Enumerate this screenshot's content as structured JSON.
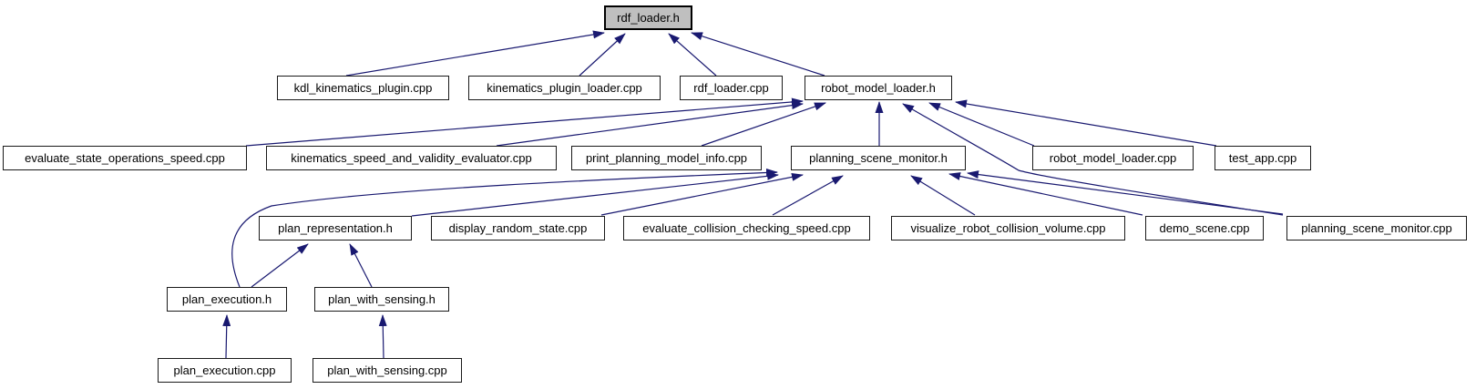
{
  "diagram": {
    "type": "include-dependency-graph",
    "root_label": "rdf_loader.h",
    "colors": {
      "edge": "#191970",
      "node_fill": "#ffffff",
      "root_fill": "#bfbfbf",
      "border": "#1a1a1a",
      "text": "#000000",
      "background": "#ffffff"
    },
    "nodes": [
      {
        "id": "rdf_loader_h",
        "label": "rdf_loader.h",
        "root": true
      },
      {
        "id": "kdl_kinematics_plugin_cpp",
        "label": "kdl_kinematics_plugin.cpp"
      },
      {
        "id": "kinematics_plugin_loader_cpp",
        "label": "kinematics_plugin_loader.cpp"
      },
      {
        "id": "rdf_loader_cpp",
        "label": "rdf_loader.cpp"
      },
      {
        "id": "robot_model_loader_h",
        "label": "robot_model_loader.h"
      },
      {
        "id": "evaluate_state_operations_speed_cpp",
        "label": "evaluate_state_operations_speed.cpp"
      },
      {
        "id": "kinematics_speed_and_validity_evaluator_cpp",
        "label": "kinematics_speed_and_validity_evaluator.cpp"
      },
      {
        "id": "print_planning_model_info_cpp",
        "label": "print_planning_model_info.cpp"
      },
      {
        "id": "planning_scene_monitor_h",
        "label": "planning_scene_monitor.h"
      },
      {
        "id": "robot_model_loader_cpp",
        "label": "robot_model_loader.cpp"
      },
      {
        "id": "test_app_cpp",
        "label": "test_app.cpp"
      },
      {
        "id": "plan_representation_h",
        "label": "plan_representation.h"
      },
      {
        "id": "display_random_state_cpp",
        "label": "display_random_state.cpp"
      },
      {
        "id": "evaluate_collision_checking_speed_cpp",
        "label": "evaluate_collision_checking_speed.cpp"
      },
      {
        "id": "visualize_robot_collision_volume_cpp",
        "label": "visualize_robot_collision_volume.cpp"
      },
      {
        "id": "demo_scene_cpp",
        "label": "demo_scene.cpp"
      },
      {
        "id": "planning_scene_monitor_cpp",
        "label": "planning_scene_monitor.cpp"
      },
      {
        "id": "plan_execution_h",
        "label": "plan_execution.h"
      },
      {
        "id": "plan_with_sensing_h",
        "label": "plan_with_sensing.h"
      },
      {
        "id": "plan_execution_cpp",
        "label": "plan_execution.cpp"
      },
      {
        "id": "plan_with_sensing_cpp",
        "label": "plan_with_sensing.cpp"
      }
    ],
    "edges": [
      {
        "from": "kdl_kinematics_plugin_cpp",
        "to": "rdf_loader_h"
      },
      {
        "from": "kinematics_plugin_loader_cpp",
        "to": "rdf_loader_h"
      },
      {
        "from": "rdf_loader_cpp",
        "to": "rdf_loader_h"
      },
      {
        "from": "robot_model_loader_h",
        "to": "rdf_loader_h"
      },
      {
        "from": "evaluate_state_operations_speed_cpp",
        "to": "robot_model_loader_h"
      },
      {
        "from": "kinematics_speed_and_validity_evaluator_cpp",
        "to": "robot_model_loader_h"
      },
      {
        "from": "print_planning_model_info_cpp",
        "to": "robot_model_loader_h"
      },
      {
        "from": "planning_scene_monitor_h",
        "to": "robot_model_loader_h"
      },
      {
        "from": "planning_scene_monitor_cpp",
        "to": "robot_model_loader_h"
      },
      {
        "from": "robot_model_loader_cpp",
        "to": "robot_model_loader_h"
      },
      {
        "from": "test_app_cpp",
        "to": "robot_model_loader_h"
      },
      {
        "from": "plan_execution_h",
        "to": "planning_scene_monitor_h"
      },
      {
        "from": "plan_representation_h",
        "to": "planning_scene_monitor_h"
      },
      {
        "from": "display_random_state_cpp",
        "to": "planning_scene_monitor_h"
      },
      {
        "from": "evaluate_collision_checking_speed_cpp",
        "to": "planning_scene_monitor_h"
      },
      {
        "from": "visualize_robot_collision_volume_cpp",
        "to": "planning_scene_monitor_h"
      },
      {
        "from": "demo_scene_cpp",
        "to": "planning_scene_monitor_h"
      },
      {
        "from": "planning_scene_monitor_cpp",
        "to": "planning_scene_monitor_h"
      },
      {
        "from": "plan_execution_h",
        "to": "plan_representation_h"
      },
      {
        "from": "plan_with_sensing_h",
        "to": "plan_representation_h"
      },
      {
        "from": "plan_execution_cpp",
        "to": "plan_execution_h"
      },
      {
        "from": "plan_with_sensing_cpp",
        "to": "plan_with_sensing_h"
      }
    ]
  }
}
